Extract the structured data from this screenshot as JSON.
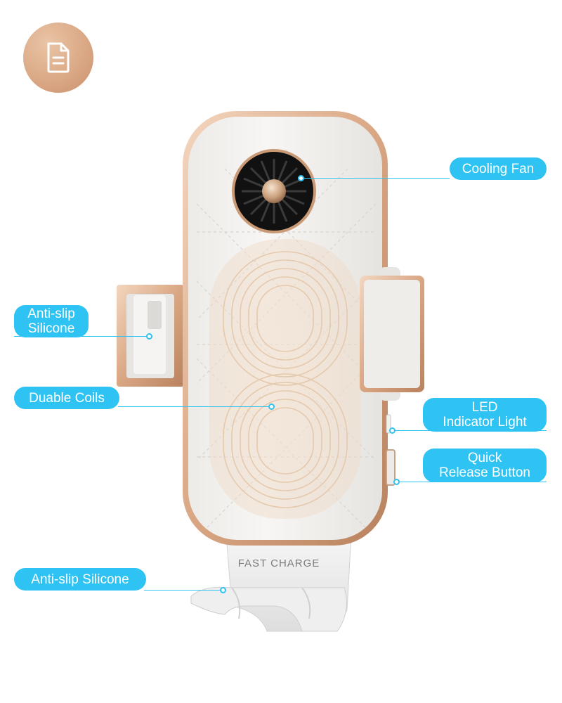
{
  "badge": {
    "icon": "document-icon"
  },
  "product": {
    "stand_text": "FAST CHARGE"
  },
  "callouts": {
    "cooling_fan": {
      "line1": "Cooling Fan"
    },
    "anti_slip_side": {
      "line1": "Anti-slip",
      "line2": "Silicone"
    },
    "coils": {
      "line1": "Duable Coils"
    },
    "led": {
      "line1": "LED",
      "line2": "Indicator Light"
    },
    "quick_release": {
      "line1": "Quick",
      "line2": "Release Button"
    },
    "anti_slip_bottom": {
      "line1": "Anti-slip Silicone"
    }
  },
  "colors": {
    "callout": "#2ec3f3",
    "rose_gold": "#d9a683",
    "body": "#f4f3f1"
  }
}
